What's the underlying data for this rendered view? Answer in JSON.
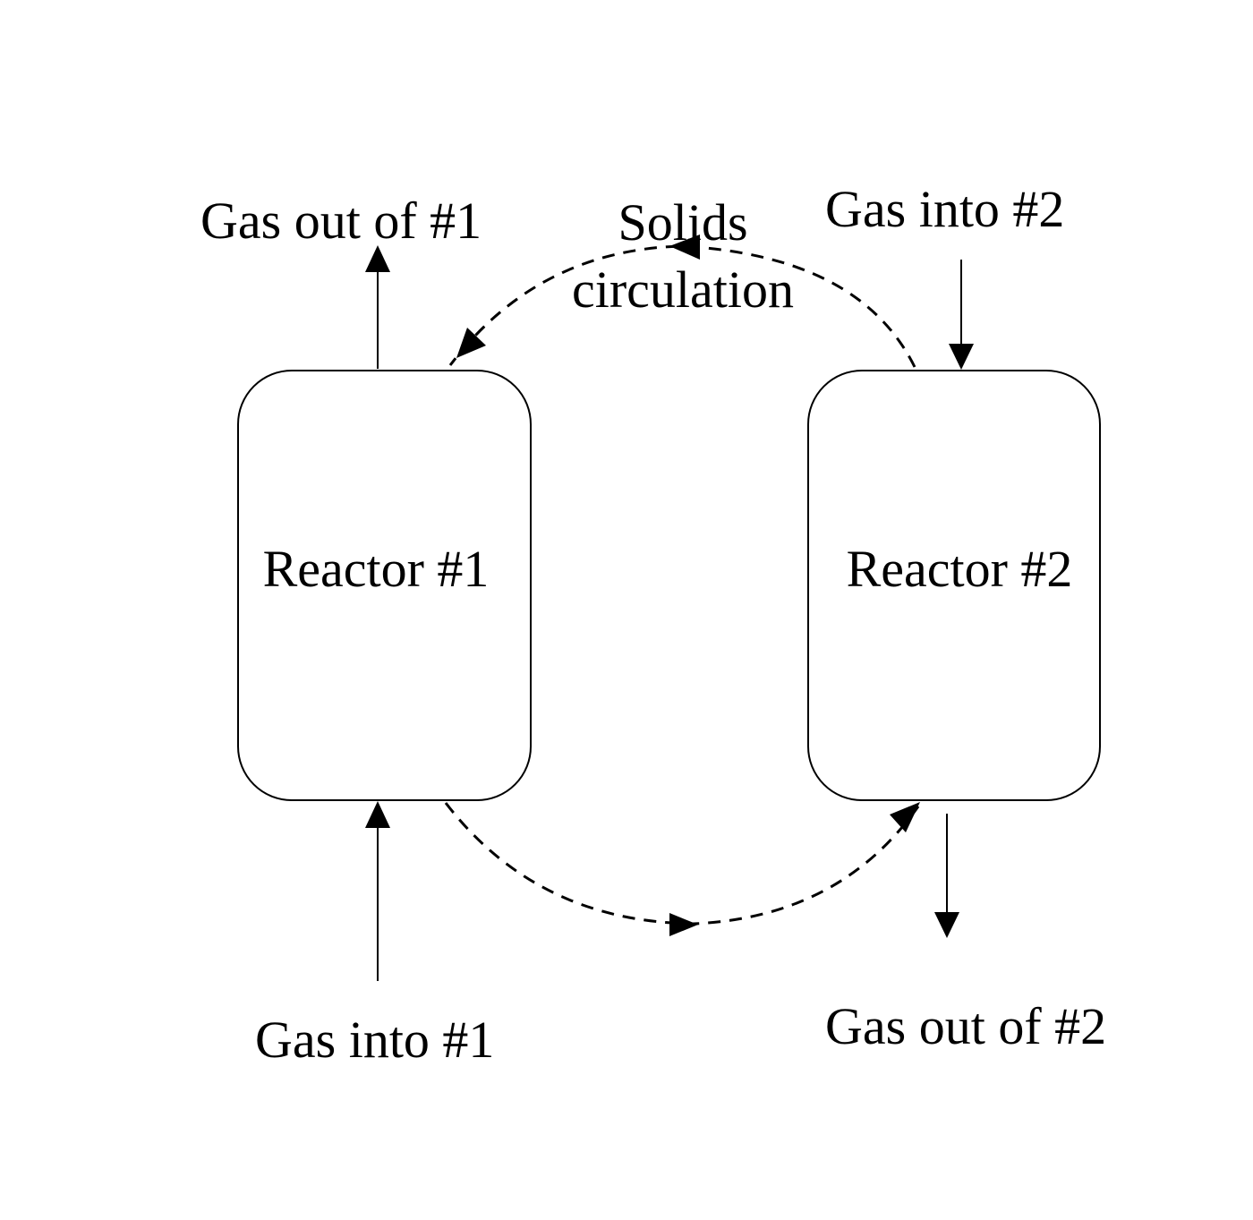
{
  "reactor1": {
    "label": "Reactor #1"
  },
  "reactor2": {
    "label": "Reactor #2"
  },
  "flows": {
    "gas_out_1": "Gas out of #1",
    "gas_into_1": "Gas into #1",
    "gas_into_2": "Gas into #2",
    "gas_out_2": "Gas out of #2"
  },
  "solids": {
    "line1": "Solids",
    "line2": "circulation"
  },
  "colors": {
    "stroke": "#000000",
    "background": "#ffffff"
  }
}
